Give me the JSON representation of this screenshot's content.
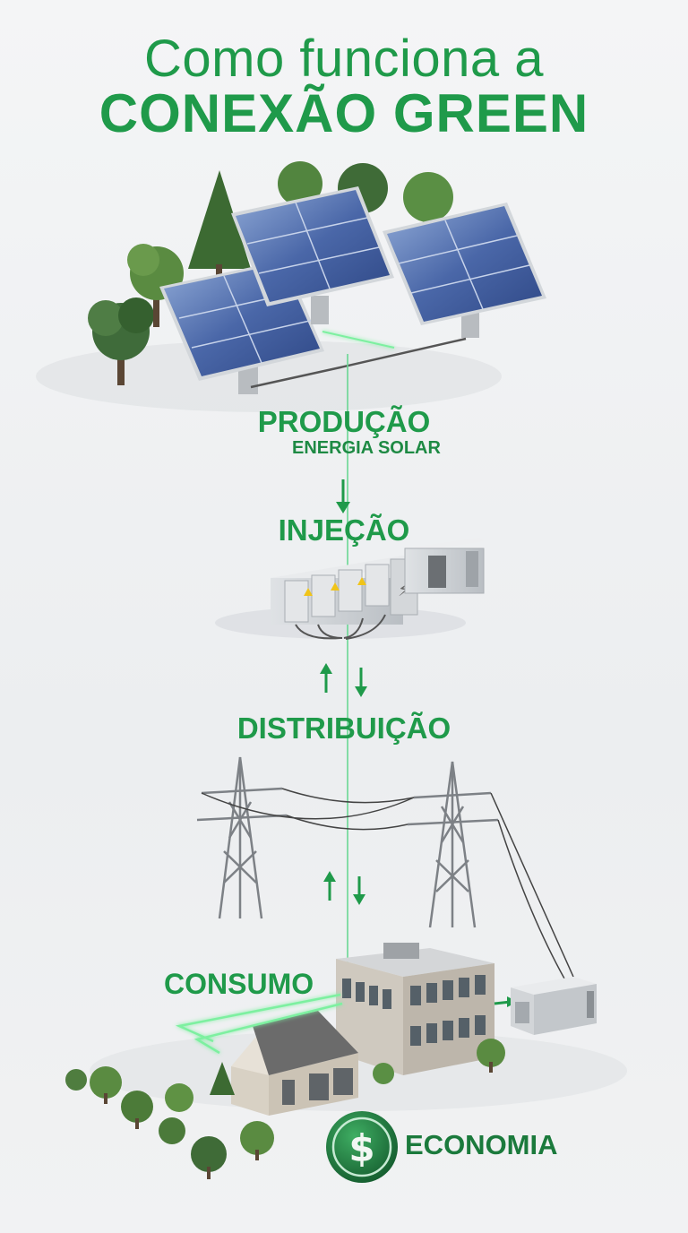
{
  "title": {
    "line1": "Como funciona a",
    "line2": "CONEXÃO GREEN"
  },
  "stages": {
    "production": {
      "label": "PRODUÇÃO",
      "sublabel": "ENERGIA SOLAR"
    },
    "injection": {
      "label": "INJEÇÃO"
    },
    "distribution": {
      "label": "DISTRIBUIÇÃO"
    },
    "consumption": {
      "label": "CONSUMO"
    },
    "savings": {
      "label": "ECONOMIA",
      "icon": "dollar-coin-icon",
      "icon_glyph": "$"
    }
  },
  "colors": {
    "brand_green": "#1f9a4a",
    "glow_green": "#7df0a0",
    "panel_blue": "#3f5f9e"
  }
}
